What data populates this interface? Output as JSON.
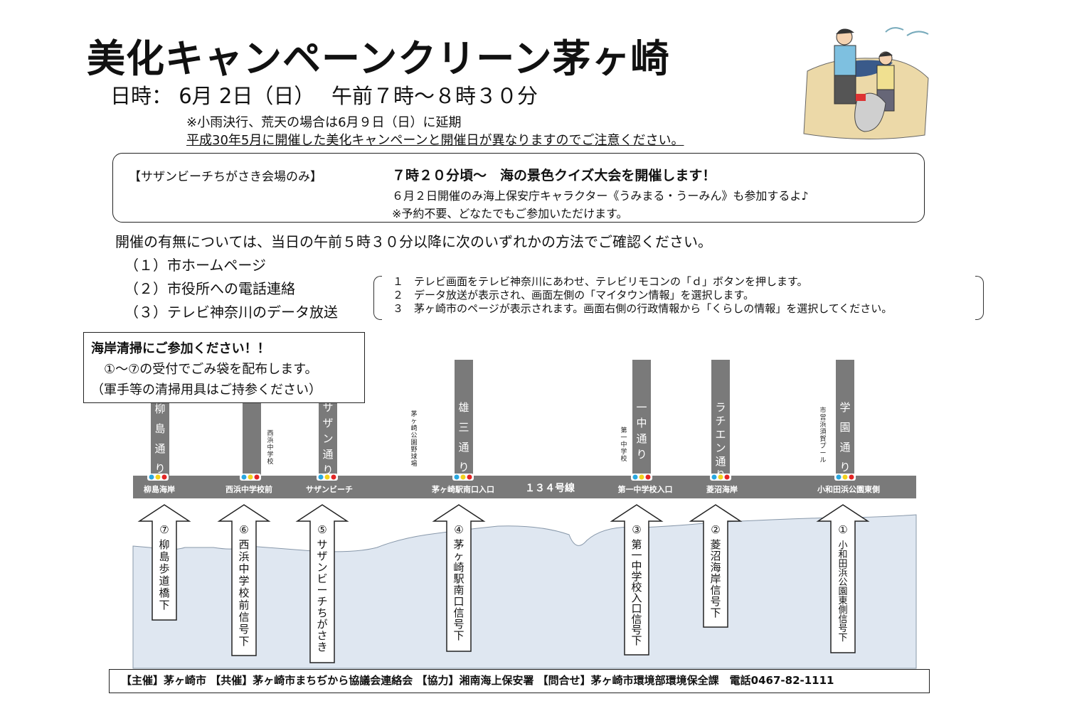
{
  "title": "美化キャンペーンクリーン茅ヶ崎",
  "date_line": "日時： 6月 2日（日）　 午前７時～８時３０分",
  "notes": {
    "rain": "※小雨決行、荒天の場合は6月９日（日）に延期",
    "warning": "平成30年5月に開催した美化キャンペーンと開催日が異なりますのでご注意ください。"
  },
  "event_box": {
    "venue": "【サザンビーチちがさき会場のみ】",
    "headline": "７時２０分頃～　海の景色クイズ大会を開催します！",
    "sub1": "６月２日開催のみ海上保安庁キャラクター《うみまる・うーみん》も参加するよ♪",
    "sub2": "※予約不要、どなたでもご参加いただけます。"
  },
  "info": "開催の有無については、当日の午前５時３０分以降に次のいずれかの方法でご確認ください。",
  "methods": [
    "（１）市ホームページ",
    "（２）市役所への電話連絡",
    "（３）テレビ神奈川のデータ放送"
  ],
  "steps": [
    "１　テレビ画面をテレビ神奈川にあわせ、テレビリモコンの「ｄ」ボタンを押します。",
    "２　データ放送が表示され、画面左側の「マイタウン情報」を選択します。",
    "３　茅ヶ崎市のページが表示されます。画面右側の行政情報から「くらしの情報」を選択してください。"
  ],
  "callout": {
    "line1": "海岸清掃にご参加ください！！",
    "line2": "　①～⑦の受付でごみ袋を配布します。",
    "line3": "（軍手等の清掃用具はご持参ください）"
  },
  "map": {
    "road_name": "１３４号線",
    "streets": [
      "柳島通り",
      "サザン通り",
      "雄三通り",
      "一中通り",
      "ラチエン通り",
      "学園通り"
    ],
    "small_streets": [
      ""
    ],
    "landmarks": [
      "西浜中学校",
      "茅ヶ崎公園野球場",
      "第一中学校",
      "市営浜須賀プール"
    ],
    "intersections": [
      "柳島海岸",
      "西浜中学校前",
      "サザンビーチ",
      "茅ヶ崎駅南口入口",
      "第一中学校入口",
      "菱沼海岸",
      "小和田浜公園東側"
    ],
    "arrows": [
      {
        "num": "⑦",
        "label": "柳島歩道橋下"
      },
      {
        "num": "⑥",
        "label": "西浜中学校前信号下"
      },
      {
        "num": "⑤",
        "label": "サザンビーチちがさき"
      },
      {
        "num": "④",
        "label": "茅ヶ崎駅南口信号下"
      },
      {
        "num": "③",
        "label": "第一中学校入口信号下"
      },
      {
        "num": "②",
        "label": "菱沼海岸信号下"
      },
      {
        "num": "①",
        "label": "小和田浜公園東側信号下"
      }
    ]
  },
  "footer": "【主催】茅ヶ崎市 【共催】茅ヶ崎市まちぢから協議会連絡会 【協力】湘南海上保安署 【問合せ】茅ヶ崎市環境部環境保全課　電話0467-82-1111",
  "colors": {
    "road": "#7a7a7a",
    "sea": "#dfe7f1",
    "signal_red": "#e32626",
    "signal_yellow": "#f2d21e",
    "signal_blue": "#2aa8e0"
  }
}
